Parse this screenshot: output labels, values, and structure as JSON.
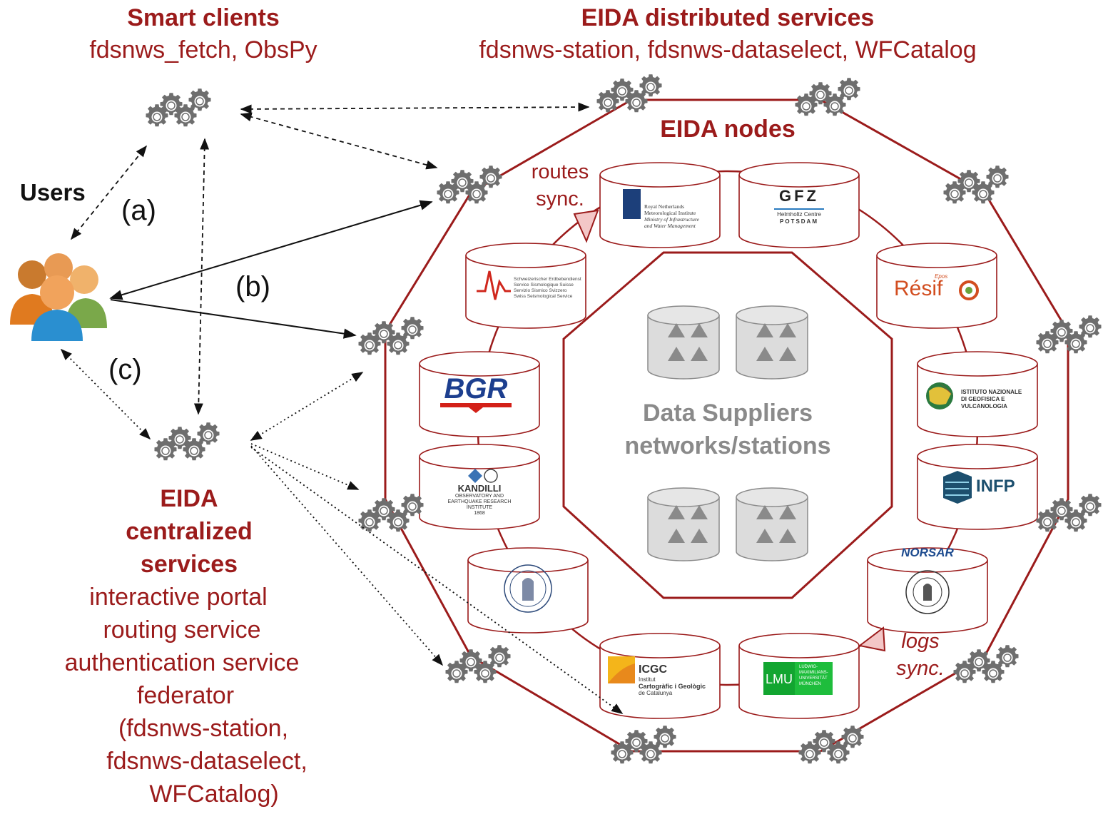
{
  "smart_clients": {
    "title": "Smart clients",
    "subtitle": "fdsnws_fetch, ObsPy"
  },
  "distributed": {
    "title": "EIDA distributed services",
    "subtitle": "fdsnws-station, fdsnws-dataselect, WFCatalog"
  },
  "nodes_title": "EIDA nodes",
  "users_label": "Users",
  "path_labels": {
    "a": "(a)",
    "b": "(b)",
    "c": "(c)"
  },
  "routes_sync": [
    "routes",
    "sync."
  ],
  "logs_sync": [
    "logs",
    "sync."
  ],
  "suppliers": [
    "Data Suppliers",
    "networks/stations"
  ],
  "centralized": {
    "title": [
      "EIDA",
      "centralized",
      "services"
    ],
    "lines": [
      "interactive portal",
      "routing service",
      "authentication service",
      "federator",
      "(fdsnws-station,",
      "fdsnws-dataselect,",
      "WFCatalog)"
    ]
  },
  "node_logos": {
    "knmi": [
      "Royal Netherlands",
      "Meteorological Institute",
      "Ministry of Infrastructure",
      "and Water Management"
    ],
    "gfz": [
      "GFZ",
      "Helmholtz Centre",
      "POTSDAM"
    ],
    "sed": [
      "Schweizerischer Erdbebendienst",
      "Service Sismologique Suisse",
      "Servizio Sismico Svizzero",
      "Swiss Seismological Service"
    ],
    "resif_top": "Epos",
    "resif": "Résif",
    "bgr": "BGR",
    "ingv": [
      "ISTITUTO NAZIONALE",
      "DI GEOFISICA E VULCANOLOGIA"
    ],
    "kandilli": [
      "KANDILLI",
      "OBSERVATORY AND",
      "EARTHQUAKE RESEARCH",
      "INSTITUTE",
      "1868"
    ],
    "infp": "INFP",
    "norsar": "NORSAR",
    "icgc": [
      "ICGC",
      "Institut",
      "Cartogràfic i Geològic",
      "de Catalunya"
    ],
    "lmu": [
      "LMU",
      "LUDWIG-",
      "MAXIMILIANS-",
      "UNIVERSITÄT",
      "MÜNCHEN"
    ]
  },
  "colors": {
    "accent": "#9b1b1b",
    "grey": "#8a8a8a",
    "light_grey": "#dcdcdc"
  }
}
